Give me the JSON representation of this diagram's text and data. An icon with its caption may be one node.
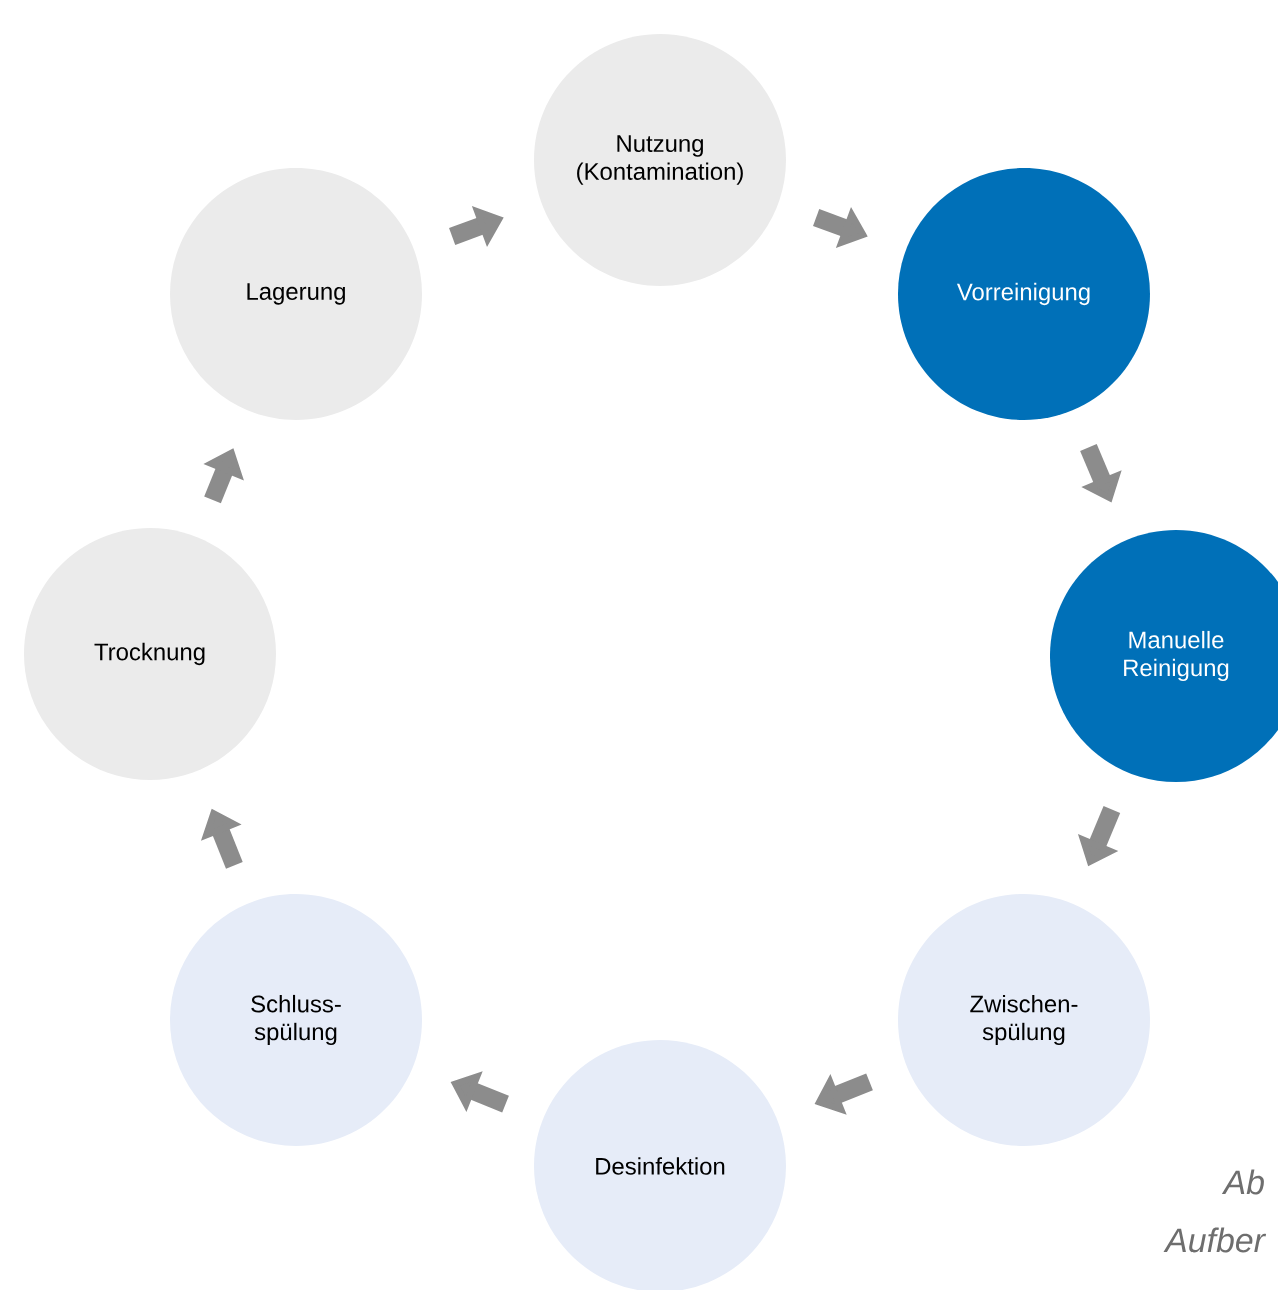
{
  "diagram": {
    "nodes": [
      {
        "text": [
          "Nutzung (Kontamination)"
        ]
      },
      {
        "text": [
          "Vorreinigung"
        ]
      },
      {
        "text": [
          "Manuelle Reinigung"
        ]
      },
      {
        "text": [
          "Zwischen- spülung"
        ]
      },
      {
        "text": [
          "Desinfektion"
        ]
      },
      {
        "text": [
          "Schluss- spülung"
        ]
      },
      {
        "text": [
          "Trocknung"
        ]
      },
      {
        "text": [
          "Lagerung"
        ]
      }
    ],
    "edges": [
      {
        "from": 0,
        "to": 1,
        "arrow": "to"
      },
      {
        "from": 1,
        "to": 2,
        "arrow": "to"
      },
      {
        "from": 2,
        "to": 3,
        "arrow": "to"
      },
      {
        "from": 3,
        "to": 4,
        "arrow": "to"
      },
      {
        "from": 4,
        "to": 5,
        "arrow": "to"
      },
      {
        "from": 5,
        "to": 6,
        "arrow": "to"
      },
      {
        "from": 6,
        "to": 7,
        "arrow": "to"
      },
      {
        "from": 7,
        "to": 0,
        "arrow": "to"
      }
    ],
    "labels": [
      "Ab",
      "Aufber"
    ]
  }
}
